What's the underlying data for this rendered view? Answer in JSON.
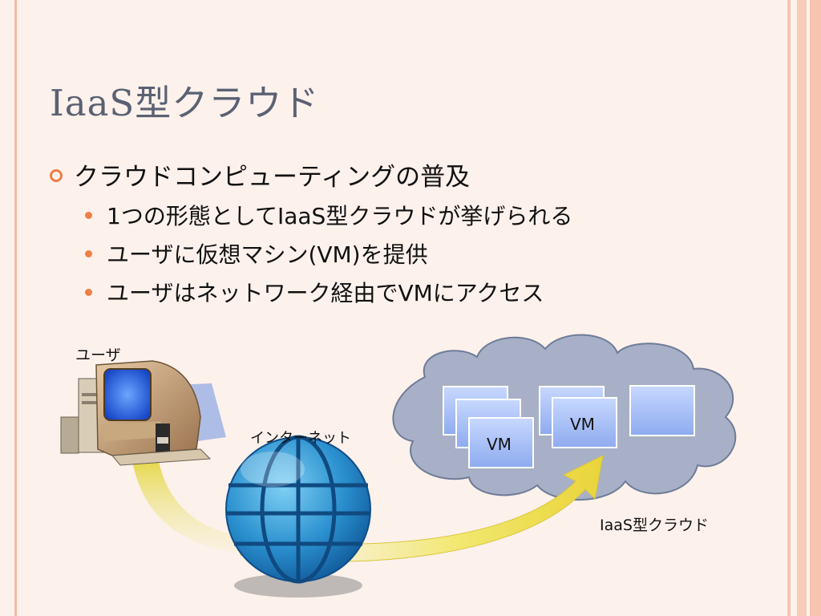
{
  "slide": {
    "title": "IaaS型クラウド",
    "bullets": [
      {
        "text": "クラウドコンピューティングの普及",
        "level": 1
      },
      {
        "text": "1つの形態としてIaaS型クラウドが挙げられる",
        "level": 2
      },
      {
        "text": "ユーザに仮想マシン(VM)を提供",
        "level": 2
      },
      {
        "text": "ユーザはネットワーク経由でVMにアクセス",
        "level": 2
      }
    ]
  },
  "diagram": {
    "user_label": "ユーザ",
    "internet_label": "インターネット",
    "cloud_label": "IaaS型クラウド",
    "vm_label_1": "VM",
    "vm_label_2": "VM"
  },
  "colors": {
    "background": "#fdf1ec",
    "accent": "#ee7f46",
    "title": "#5a6173",
    "cloud": "#a5aec6",
    "vm_box": "#9fb8f2",
    "arrow": "#f2e46b",
    "globe": "#2a8fce"
  },
  "icons": [
    "computer-icon",
    "globe-icon",
    "cloud-icon",
    "arrow-icon"
  ]
}
